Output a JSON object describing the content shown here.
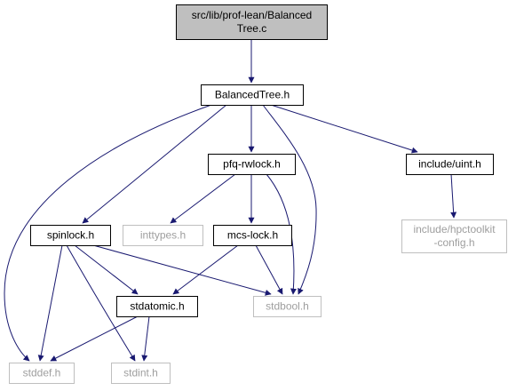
{
  "diagram": {
    "nodes": [
      {
        "id": "root",
        "lines": [
          "src/lib/prof-lean/Balanced",
          "Tree.c"
        ],
        "style": "root"
      },
      {
        "id": "balancedtree",
        "lines": [
          "BalancedTree.h"
        ],
        "style": "normal"
      },
      {
        "id": "pfqrwlock",
        "lines": [
          "pfq-rwlock.h"
        ],
        "style": "normal"
      },
      {
        "id": "uint",
        "lines": [
          "include/uint.h"
        ],
        "style": "normal"
      },
      {
        "id": "spinlock",
        "lines": [
          "spinlock.h"
        ],
        "style": "normal"
      },
      {
        "id": "inttypes",
        "lines": [
          "inttypes.h"
        ],
        "style": "muted"
      },
      {
        "id": "mcslock",
        "lines": [
          "mcs-lock.h"
        ],
        "style": "normal"
      },
      {
        "id": "hpctoolkit",
        "lines": [
          "include/hpctoolkit",
          "-config.h"
        ],
        "style": "muted"
      },
      {
        "id": "stdatomic",
        "lines": [
          "stdatomic.h"
        ],
        "style": "normal"
      },
      {
        "id": "stdbool",
        "lines": [
          "stdbool.h"
        ],
        "style": "muted"
      },
      {
        "id": "stddef",
        "lines": [
          "stddef.h"
        ],
        "style": "muted"
      },
      {
        "id": "stdint",
        "lines": [
          "stdint.h"
        ],
        "style": "muted"
      }
    ],
    "edges": [
      {
        "from": "root",
        "to": "balancedtree"
      },
      {
        "from": "balancedtree",
        "to": "stddef"
      },
      {
        "from": "balancedtree",
        "to": "spinlock"
      },
      {
        "from": "balancedtree",
        "to": "pfqrwlock"
      },
      {
        "from": "balancedtree",
        "to": "stdbool"
      },
      {
        "from": "balancedtree",
        "to": "uint"
      },
      {
        "from": "pfqrwlock",
        "to": "inttypes"
      },
      {
        "from": "pfqrwlock",
        "to": "mcslock"
      },
      {
        "from": "pfqrwlock",
        "to": "stdbool"
      },
      {
        "from": "uint",
        "to": "hpctoolkit"
      },
      {
        "from": "spinlock",
        "to": "stddef"
      },
      {
        "from": "spinlock",
        "to": "stdint"
      },
      {
        "from": "spinlock",
        "to": "stdatomic"
      },
      {
        "from": "spinlock",
        "to": "stdbool"
      },
      {
        "from": "mcslock",
        "to": "stdatomic"
      },
      {
        "from": "mcslock",
        "to": "stdbool"
      },
      {
        "from": "stdatomic",
        "to": "stddef"
      },
      {
        "from": "stdatomic",
        "to": "stdint"
      }
    ],
    "colors": {
      "edge": "#191970",
      "root_fill": "#bfbfbf",
      "node_border": "#000000",
      "muted_border": "#bfbfbf",
      "muted_text": "#9e9e9e",
      "text": "#000000"
    }
  }
}
